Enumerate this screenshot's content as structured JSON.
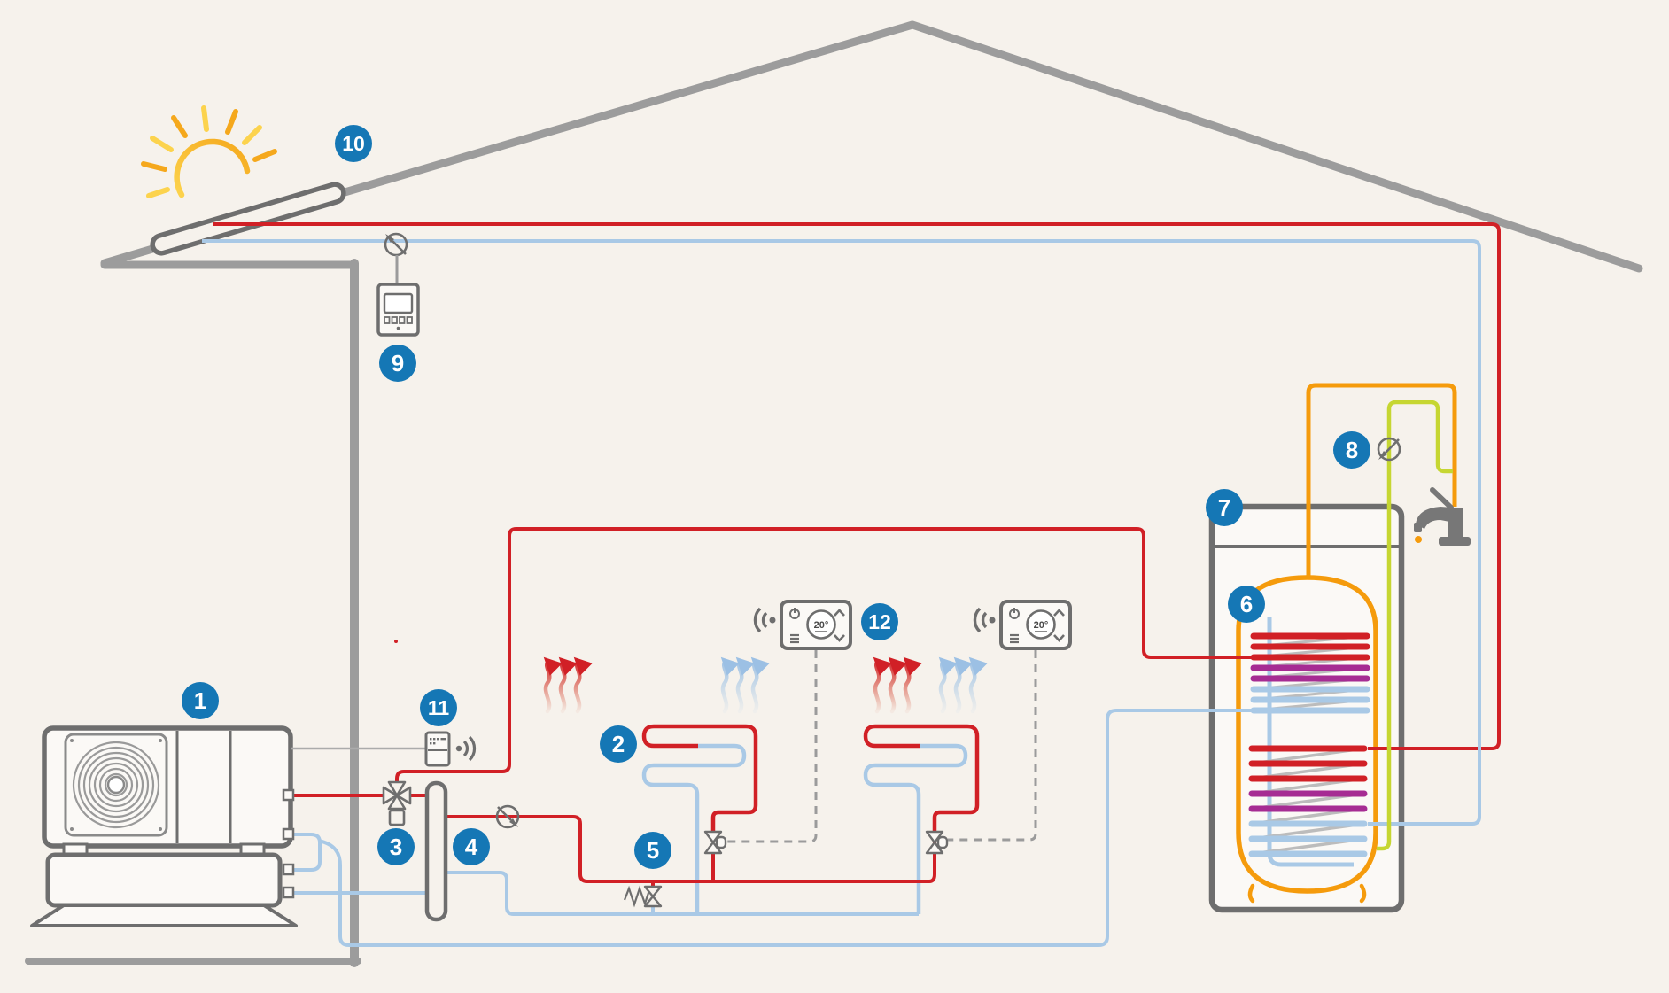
{
  "diagram": {
    "type": "heating-system-schematic",
    "description_visible_text_only": true,
    "component_labels": [
      "1",
      "2",
      "3",
      "4",
      "5",
      "6",
      "7",
      "8",
      "9",
      "10",
      "11",
      "12"
    ],
    "thermostats": [
      {
        "temperature": "20°"
      },
      {
        "temperature": "20°"
      }
    ],
    "colors": {
      "background": "#f6f2ec",
      "label_badge_blue": "#1577b5",
      "pipe_hot_red": "#d12026",
      "pipe_cold_blue": "#a9c9e6",
      "pipe_dhw_orange": "#f59b0c",
      "pipe_circulation_lime": "#c6d632",
      "coil_warm_purple": "#a62c93",
      "structure_gray": "#9c9c9c",
      "device_gray": "#6e6e6e",
      "sun_orange": "#f5a81c",
      "sun_yellow": "#fcd34d"
    },
    "icons": [
      "sun-icon",
      "solar-collector-icon",
      "temperature-sensor-icon",
      "system-controller-icon",
      "wireless-module-icon",
      "signal-icon",
      "heat-pump-icon",
      "fan-icon",
      "three-way-valve-icon",
      "hydraulic-separator-icon",
      "pump-icon",
      "bypass-valve-icon",
      "underfloor-heating-coil-icon",
      "zone-valve-icon",
      "room-thermostat-icon",
      "wifi-icon",
      "power-icon",
      "menu-icon",
      "chevron-up-icon",
      "chevron-down-icon",
      "storage-tank-icon",
      "tank-coil-icon",
      "faucet-icon",
      "water-drop-icon",
      "heat-waves-icon"
    ]
  }
}
